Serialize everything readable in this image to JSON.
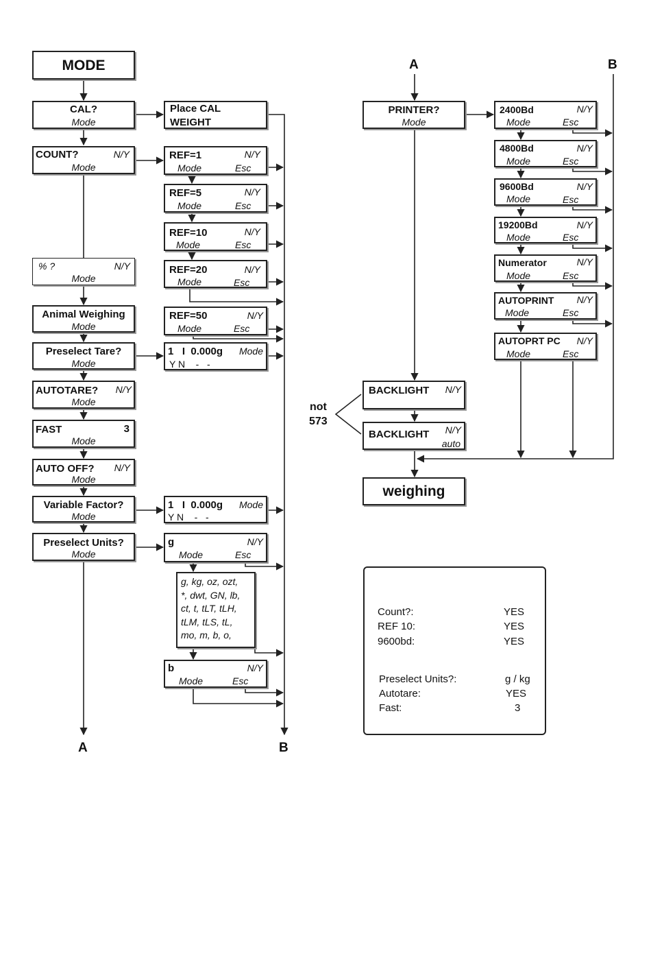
{
  "connectors": {
    "a": "A",
    "b": "B"
  },
  "mode": {
    "title": "MODE"
  },
  "cal": {
    "title": "CAL?",
    "sub": "Mode"
  },
  "place_cal": {
    "line1": "Place CAL",
    "line2": "WEIGHT"
  },
  "count": {
    "title": "COUNT?",
    "yn": "N/Y",
    "sub": "Mode"
  },
  "ref": [
    {
      "label": "REF=1",
      "yn": "N/Y",
      "mode": "Mode",
      "esc": "Esc"
    },
    {
      "label": "REF=5",
      "yn": "N/Y",
      "mode": "Mode",
      "esc": "Esc"
    },
    {
      "label": "REF=10",
      "yn": "N/Y",
      "mode": "Mode",
      "esc": "Esc"
    },
    {
      "label": "REF=20",
      "yn": "N/Y",
      "mode": "Mode",
      "esc": "Esc"
    },
    {
      "label": "REF=50",
      "yn": "N/Y",
      "mode": "Mode",
      "esc": "Esc"
    }
  ],
  "percent": {
    "title": "% ?",
    "yn": "N/Y",
    "sub": "Mode"
  },
  "animal": {
    "title": "Animal Weighing",
    "sub": "Mode"
  },
  "preselect_tare": {
    "title": "Preselect Tare?",
    "sub": "Mode"
  },
  "tare_display": {
    "digits": "1   I  0.000g",
    "mode": "Mode",
    "yn": "Y N    -   -"
  },
  "autotare": {
    "title": "AUTOTARE?",
    "yn": "N/Y",
    "sub": "Mode"
  },
  "fast": {
    "title": "FAST",
    "value": "3",
    "sub": "Mode"
  },
  "auto_off": {
    "title": "AUTO OFF?",
    "yn": "N/Y",
    "sub": "Mode"
  },
  "variable_factor": {
    "title": "Variable Factor?",
    "sub": "Mode"
  },
  "vf_display": {
    "digits": "1   I  0.000g",
    "mode": "Mode",
    "yn": "Y N    -   -"
  },
  "preselect_units": {
    "title": "Preselect Units?",
    "sub": "Mode"
  },
  "unit_g": {
    "label": "g",
    "yn": "N/Y",
    "mode": "Mode",
    "esc": "Esc"
  },
  "unit_list": [
    "g, kg, oz, ozt,",
    "*, dwt, GN, lb,",
    "ct, t,  tLT, tLH,",
    "tLM, tLS, tL,",
    "mo, m, b, o,"
  ],
  "unit_b": {
    "label": "b",
    "yn": "N/Y",
    "mode": "Mode",
    "esc": "Esc"
  },
  "printer": {
    "title": "PRINTER?",
    "sub": "Mode"
  },
  "baud": [
    {
      "label": "2400Bd",
      "yn": "N/Y",
      "mode": "Mode",
      "esc": "Esc"
    },
    {
      "label": "4800Bd",
      "yn": "N/Y",
      "mode": "Mode",
      "esc": "Esc"
    },
    {
      "label": "9600Bd",
      "yn": "N/Y",
      "mode": "Mode",
      "esc": "Esc"
    },
    {
      "label": "19200Bd",
      "yn": "N/Y",
      "mode": "Mode",
      "esc": "Esc"
    },
    {
      "label": "Numerator",
      "yn": "N/Y",
      "mode": "Mode",
      "esc": "Esc"
    },
    {
      "label": "AUTOPRINT",
      "yn": "N/Y",
      "mode": "Mode",
      "esc": "Esc"
    },
    {
      "label": "AUTOPRT PC",
      "yn": "N/Y",
      "mode": "Mode",
      "esc": "Esc"
    }
  ],
  "backlight1": {
    "title": "BACKLIGHT",
    "yn": "N/Y"
  },
  "backlight2": {
    "title": "BACKLIGHT",
    "yn": "N/Y",
    "sub": "auto"
  },
  "not573": {
    "line1": "not",
    "line2": "573"
  },
  "weighing": {
    "title": "weighing"
  },
  "summary": {
    "rows1": [
      {
        "label": "Count?:",
        "value": "YES"
      },
      {
        "label": "REF 10:",
        "value": "YES"
      },
      {
        "label": "9600bd:",
        "value": "YES"
      }
    ],
    "rows2": [
      {
        "label": "Preselect Units?:",
        "value": "g / kg"
      },
      {
        "label": "Autotare:",
        "value": "YES"
      },
      {
        "label": "Fast:",
        "value": "3"
      }
    ]
  }
}
